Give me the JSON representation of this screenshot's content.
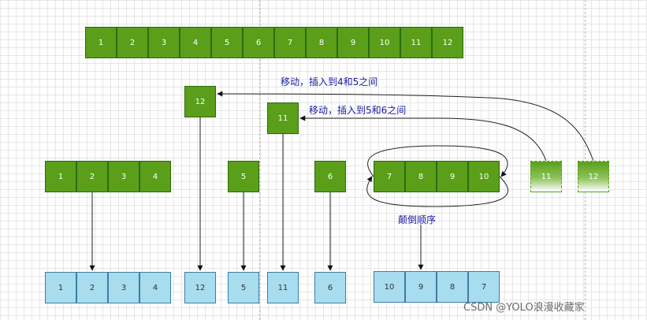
{
  "top_row": [
    "1",
    "2",
    "3",
    "4",
    "5",
    "6",
    "7",
    "8",
    "9",
    "10",
    "11",
    "12"
  ],
  "moved": {
    "box12": "12",
    "box11": "11"
  },
  "middle": {
    "group1": [
      "1",
      "2",
      "3",
      "4"
    ],
    "single5": "5",
    "single6": "6",
    "reverse_group": [
      "7",
      "8",
      "9",
      "10"
    ],
    "faded": [
      "11",
      "12"
    ]
  },
  "bottom": {
    "group1": [
      "1",
      "2",
      "3",
      "4"
    ],
    "box12": "12",
    "box5": "5",
    "box11": "11",
    "box6": "6",
    "reversed": [
      "10",
      "9",
      "8",
      "7"
    ]
  },
  "labels": {
    "move_12": "移动，插入到4和5之间",
    "move_11": "移动，插入到5和6之间",
    "reverse": "颠倒顺序"
  },
  "watermark": "CSDN @YOLO浪漫收藏家",
  "colors": {
    "green": "#5a9e1a",
    "blue_fill": "#a8dcef",
    "label_text": "#1a1aa6"
  }
}
